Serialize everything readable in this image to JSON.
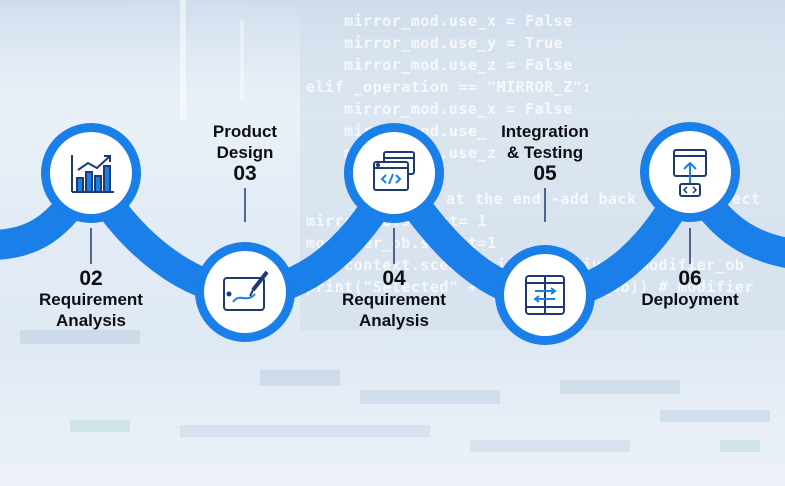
{
  "background": {
    "code_lines": [
      "mirror_mod.use_x = False",
      "mirror_mod.use_y = True",
      "mirror_mod.use_z = False",
      "elif _operation == \"MIRROR_Z\":",
      "mirror_mod.use_x = False",
      "mirror_mod.use_",
      "mirror_mod.use_z",
      "at the end -add back the deselect",
      "mirror_ob.select= 1",
      "modifier_ob.select=1",
      "bpy.context.scene.objects.active = modifier_ob",
      "print(\"Selected\" + str(modifier_ob)) # modifier"
    ]
  },
  "colors": {
    "accent": "#1a7fe8",
    "icon": "#1e3a70",
    "text": "#0e0f14"
  },
  "steps": [
    {
      "number": "02",
      "title_line1": "Requirement",
      "title_line2": "Analysis",
      "icon": "chart-icon"
    },
    {
      "number": "03",
      "title_line1": "Product",
      "title_line2": "Design",
      "icon": "design-tablet-icon"
    },
    {
      "number": "04",
      "title_line1": "Requirement",
      "title_line2": "Analysis",
      "icon": "code-window-icon"
    },
    {
      "number": "05",
      "title_line1": "Integration",
      "title_line2": "& Testing",
      "icon": "integration-icon"
    },
    {
      "number": "06",
      "title_line1": "Deployment",
      "title_line2": "",
      "icon": "deployment-icon"
    }
  ]
}
